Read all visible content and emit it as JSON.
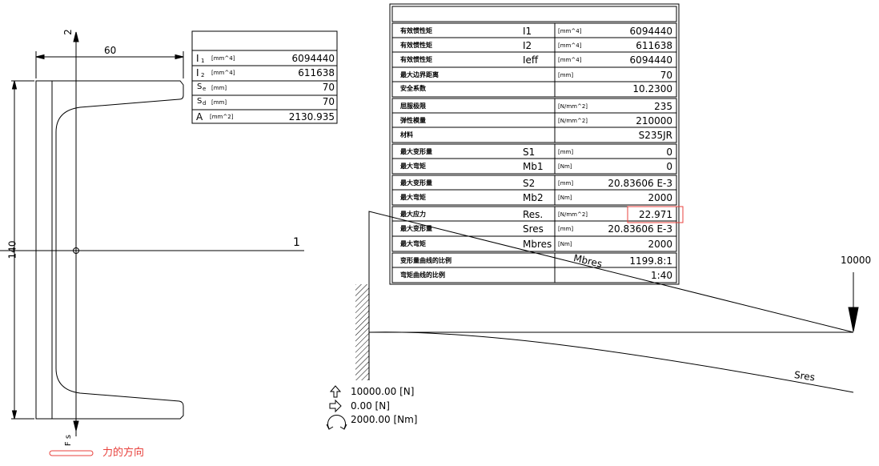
{
  "section": {
    "width_dim": "60",
    "height_dim": "140",
    "axis_y_label": "2",
    "axis_x_label": "1",
    "force_label": "F s"
  },
  "section_table": {
    "rows": [
      {
        "sym": "I",
        "sub": "1",
        "unit": "[mm^4]",
        "value": "6094440"
      },
      {
        "sym": "I",
        "sub": "2",
        "unit": "[mm^4]",
        "value": "611638"
      },
      {
        "sym": "S",
        "sub": "e",
        "unit": "[mm]",
        "value": "70"
      },
      {
        "sym": "S",
        "sub": "d",
        "unit": "[mm]",
        "value": "70"
      },
      {
        "sym": "A",
        "sub": "",
        "unit": "[mm^2]",
        "value": "2130.935"
      }
    ]
  },
  "results_table": {
    "rows": [
      {
        "label": "有效惯性矩",
        "sym": "I1",
        "unit": "[mm^4]",
        "value": "6094440"
      },
      {
        "label": "有效惯性矩",
        "sym": "I2",
        "unit": "[mm^4]",
        "value": "611638"
      },
      {
        "label": "有效惯性矩",
        "sym": "Ieff",
        "unit": "[mm^4]",
        "value": "6094440"
      },
      {
        "label": "最大边界距离",
        "sym": "",
        "unit": "[mm]",
        "value": "70"
      },
      {
        "label": "安全系数",
        "sym": "",
        "unit": "",
        "value": "10.2300"
      },
      {
        "label": "屈服极限",
        "sym": "",
        "unit": "[N/mm^2]",
        "value": "235"
      },
      {
        "label": "弹性模量",
        "sym": "",
        "unit": "[N/mm^2]",
        "value": "210000"
      },
      {
        "label": "材料",
        "sym": "",
        "unit": "",
        "value": "S235JR"
      },
      {
        "label": "最大变形量",
        "sym": "S1",
        "unit": "[mm]",
        "value": "0"
      },
      {
        "label": "最大弯矩",
        "sym": "Mb1",
        "unit": "[Nm]",
        "value": "0"
      },
      {
        "label": "最大变形量",
        "sym": "S2",
        "unit": "[mm]",
        "value": "20.83606 E-3"
      },
      {
        "label": "最大弯矩",
        "sym": "Mb2",
        "unit": "[Nm]",
        "value": "2000"
      },
      {
        "label": "最大应力",
        "sym": "Res.",
        "unit": "[N/mm^2]",
        "value": "22.971"
      },
      {
        "label": "最大变形量",
        "sym": "Sres",
        "unit": "[mm]",
        "value": "20.83606 E-3"
      },
      {
        "label": "最大弯矩",
        "sym": "Mbres",
        "unit": "[Nm]",
        "value": "2000"
      },
      {
        "label": "变形量曲线的比例",
        "sym": "",
        "unit": "",
        "value": "1199.8:1"
      },
      {
        "label": "弯矩曲线的比例",
        "sym": "",
        "unit": "",
        "value": "1:40"
      }
    ]
  },
  "beam": {
    "load_value": "10000",
    "mbres_label": "Mbres",
    "sres_label": "Sres",
    "reaction_vertical": "10000.00 [N]",
    "reaction_horizontal": "0.00 [N]",
    "reaction_moment": "2000.00 [Nm]"
  },
  "legend": {
    "force_direction": "力的方向"
  },
  "colors": {
    "highlight": "#e8413c",
    "line": "#000000"
  }
}
